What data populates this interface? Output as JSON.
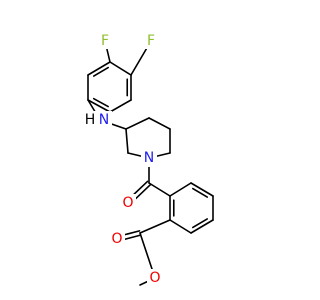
{
  "molecule": {
    "atoms": {
      "fluorine_para": {
        "symbol": "F",
        "color": "#90c030"
      },
      "fluorine_meta": {
        "symbol": "F",
        "color": "#90c030"
      },
      "amine_nh": {
        "symbol": "H",
        "color": "#000000"
      },
      "amine_n": {
        "symbol": "N",
        "color": "#2020f0"
      },
      "piperidine_n": {
        "symbol": "N",
        "color": "#2020f0"
      },
      "carbonyl_o": {
        "symbol": "O",
        "color": "#f00000"
      },
      "ester_carbonyl_o": {
        "symbol": "O",
        "color": "#f00000"
      },
      "ester_o": {
        "symbol": "O",
        "color": "#f00000"
      }
    }
  }
}
